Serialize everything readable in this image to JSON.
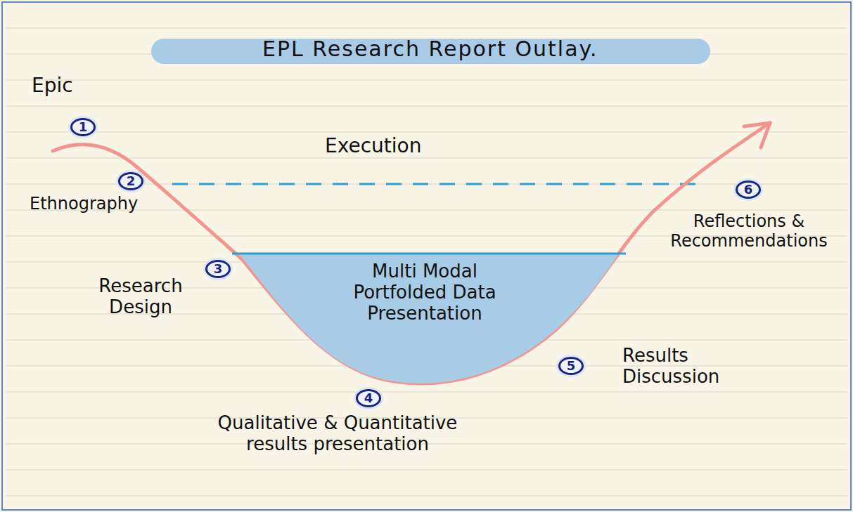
{
  "diagram": {
    "title": "EPL Research Report Outlay.",
    "nodes": [
      {
        "text": [
          "1"
        ]
      },
      {
        "text": [
          "2"
        ]
      },
      {
        "text": [
          "3"
        ]
      },
      {
        "text": [
          "Multi Modal Portfolded Data Presentation"
        ]
      },
      {
        "text": [
          "4"
        ]
      },
      {
        "text": [
          "5"
        ]
      },
      {
        "text": [
          "6"
        ]
      }
    ],
    "labels": [
      "Epic",
      "Ethnography",
      "Execution",
      "Research Design",
      "Qualitative & Quantitative results presentation",
      "Results Discussion",
      "Reflections & Recommendations"
    ]
  }
}
